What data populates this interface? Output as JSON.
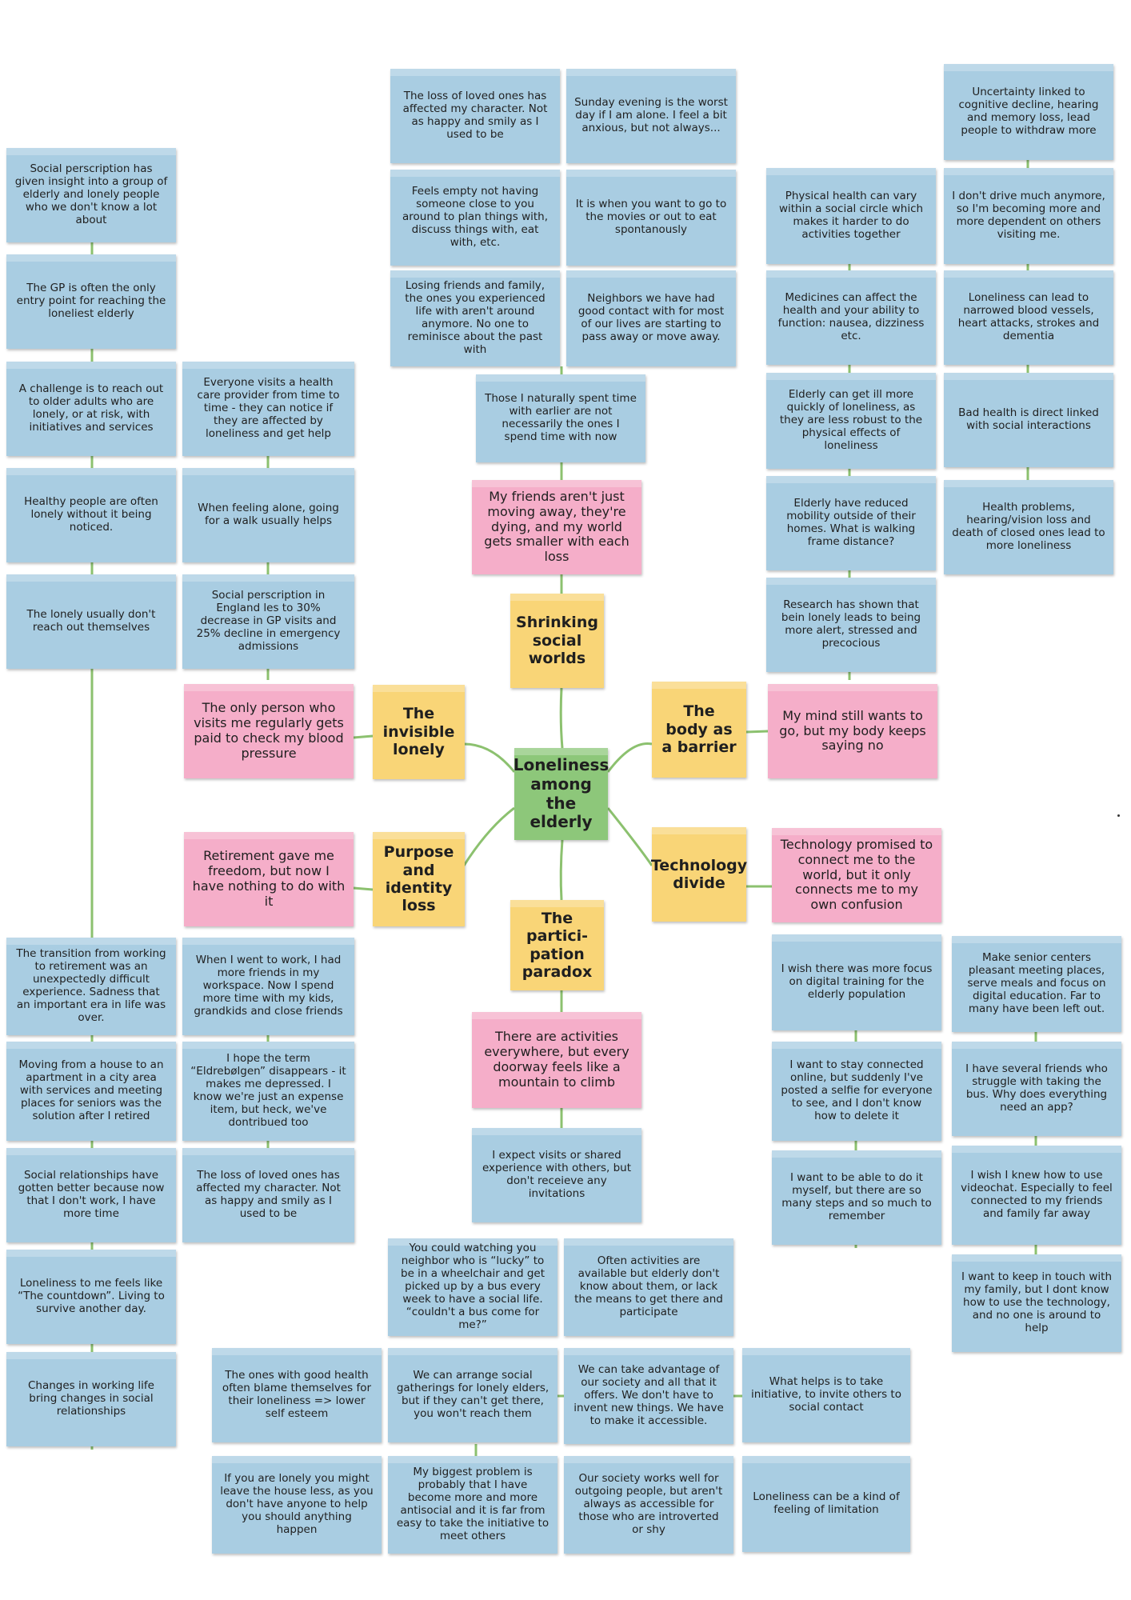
{
  "center": "Loneliness among the elderly",
  "themes": {
    "shrinking": "Shrinking social worlds",
    "invisible": "The invisible lonely",
    "body": "The body as a barrier",
    "purpose": "Purpose and identity loss",
    "technology": "Technology divide",
    "participation": "The partici- pation paradox"
  },
  "quotes": {
    "shrinking": "My friends aren't just moving away, they're dying, and my world gets smaller with each loss",
    "invisible": "The only person who visits me regularly gets paid to check my blood pressure",
    "body": "My mind still wants to go, but my body keeps saying no",
    "purpose": "Retirement gave me freedom, but now I have nothing to do with it",
    "technology": "Technology promised to connect me to the world, but it only connects me to my own confusion",
    "participation": "There are activities everywhere, but every doorway feels like a mountain to climb"
  },
  "notes": {
    "top_1": "The loss of loved ones has affected my character. Not as happy and smily as I used to be",
    "top_2": "Sunday evening is the worst day if I am alone. I feel a bit anxious, but not always...",
    "top_3": "Feels empty not having someone close to you around to plan things with, discuss things with, eat with, etc.",
    "top_4": "It is when you want to go to the movies or out to eat spontanously",
    "top_5": "Losing friends and family, the ones you experienced life with aren't around anymore. No one to reminisce about the past with",
    "top_6": "Neighbors we have had good contact with for most of our lives are starting to pass away or move away.",
    "top_7": "Those I naturally spent time with earlier are not necessarily the ones I spend time with now",
    "left_1": "Social perscription has given insight into a group of elderly and lonely people who we don't know a lot about",
    "left_2": "The GP is often the only entry point for reaching the loneliest elderly",
    "left_3": "A challenge is to reach out to older adults who are lonely, or at risk, with initiatives and services",
    "left_4": "Everyone visits a health care provider from time to time - they can notice if they are affected by loneliness and get help",
    "left_5": "Healthy people are often lonely without it being noticed.",
    "left_6": "When feeling alone, going for a walk usually helps",
    "left_7": "The lonely usually don't reach out themselves",
    "left_8": "Social perscription in England les to 30% decrease in GP visits and 25% decline in emergency admissions",
    "right_1": "Uncertainty linked to cognitive decline, hearing and memory loss, lead people to withdraw more",
    "right_2": "Physical health can vary within a social circle which makes it harder to do activities together",
    "right_3": "I don't drive much anymore, so I'm becoming more and more dependent on others visiting me.",
    "right_4": "Medicines can affect the health and your ability to function: nausea, dizziness etc.",
    "right_5": "Loneliness can lead to narrowed blood vessels, heart attacks, strokes and dementia",
    "right_6": "Elderly can get ill more quickly of loneliness, as they are less robust to the physical effects of loneliness",
    "right_7": "Bad health is direct linked with social interactions",
    "right_8": "Elderly have reduced mobility outside of their homes. What is walking frame distance?",
    "right_9": "Health problems, hearing/vision loss and death of closed ones lead to more loneliness",
    "right_10": "Research has shown that bein lonely leads to being more alert, stressed and precocious",
    "purpose_1": "The transition from working to retirement was an unexpectedly difficult experience. Sadness that an important era in life was over.",
    "purpose_2": "When I went to work, I had more friends in my workspace. Now I spend more time with my kids, grandkids and close friends",
    "purpose_3": "Moving from a house to an apartment in a city area with services and meeting places for seniors was the solution after I retired",
    "purpose_4": "I hope the term “Eldrebølgen” disappears - it makes me depressed. I know we're just an expense item, but heck, we've dontribued too",
    "purpose_5": "Social relationships have gotten better because now that I don't work, I have more time",
    "purpose_6": "The loss of loved ones has affected my character. Not as happy and smily as I used to be",
    "purpose_7": "Loneliness to me feels like “The countdown”. Living to survive another day.",
    "purpose_8": "Changes in working life bring changes in social relationships",
    "tech_1": "I wish there was more focus on digital training for the elderly population",
    "tech_2": "Make senior centers pleasant meeting places, serve meals and focus on digital education. Far to many have been left out.",
    "tech_3": "I want to stay connected online, but suddenly I've posted a selfie for everyone to see, and I don't know how to delete it",
    "tech_4": "I have several friends who struggle with taking the bus. Why does everything need an app?",
    "tech_5": "I want to be able to do it myself, but there are so many steps and so much to remember",
    "tech_6": "I wish I knew how to use videochat. Especially to feel connected to my friends and family far away",
    "tech_7": "I want to keep in touch with my family, but I dont know how to use the technology, and no one is around to help",
    "part_1": "I expect visits or shared experience with others, but don't receieve any invitations",
    "part_2": "You could watching you neighbor who is “lucky” to be in a wheelchair and get picked up by a bus every week to have a social life. “couldn't a bus come for me?”",
    "part_3": "Often activities are available but elderly don't know about them, or lack the means to get there and participate",
    "part_4": "The ones with good health often blame themselves for their loneliness => lower self esteem",
    "part_5": "We can arrange social gatherings for lonely elders, but if they can't get there, you won't reach them",
    "part_6": "We can take advantage of our society and all that it offers. We don't have to invent new things. We have to make it accessible.",
    "part_7": "What helps is to take initiative, to invite others to social contact",
    "part_8": "If you are lonely you might leave the house less, as you don't have anyone to help you should anything happen",
    "part_9": "My biggest problem is probably that I have become more and more antisocial and it is far from easy to take the initiative to meet others",
    "part_10": "Our society works well for outgoing people, but aren't always as accessible for those who are introverted or shy",
    "part_11": "Loneliness can be a kind of feeling of limitation"
  },
  "colors": {
    "insight_note": "#a9cde2",
    "quote_note": "#f5aec9",
    "theme_note": "#f9d577",
    "center_note": "#8dc77a",
    "connector": "#8cc16f"
  }
}
